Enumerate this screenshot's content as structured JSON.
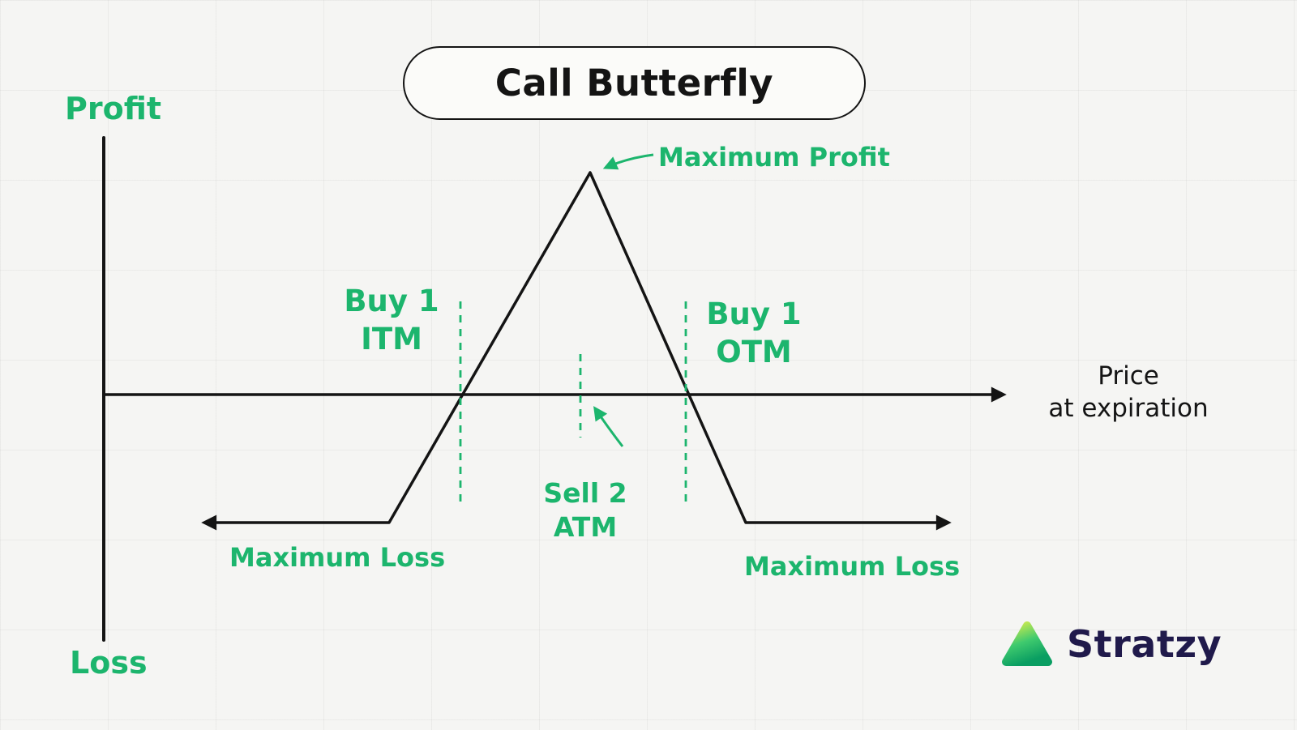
{
  "title": "Call Butterfly",
  "axes": {
    "y_top_label": "Profit",
    "y_bottom_label": "Loss",
    "x_label_line1": "Price",
    "x_label_line2": "at expiration"
  },
  "annotations": {
    "max_profit": "Maximum Profit",
    "max_loss_left": "Maximum Loss",
    "max_loss_right": "Maximum Loss",
    "buy_itm_line1": "Buy 1",
    "buy_itm_line2": "ITM",
    "buy_otm_line1": "Buy 1",
    "buy_otm_line2": "OTM",
    "sell_atm_line1": "Sell 2",
    "sell_atm_line2": "ATM"
  },
  "logo": {
    "brand": "Stratzy"
  },
  "colors": {
    "accent_green": "#1cb56d",
    "ink": "#141414",
    "background": "#f5f5f3",
    "brand_text": "#201a4b"
  },
  "diagram": {
    "type": "options-payoff",
    "strategy": "Call Butterfly",
    "legs": [
      {
        "action": "Buy",
        "quantity": "1",
        "moneyness": "ITM"
      },
      {
        "action": "Sell",
        "quantity": "2",
        "moneyness": "ATM"
      },
      {
        "action": "Buy",
        "quantity": "1",
        "moneyness": "OTM"
      }
    ]
  }
}
